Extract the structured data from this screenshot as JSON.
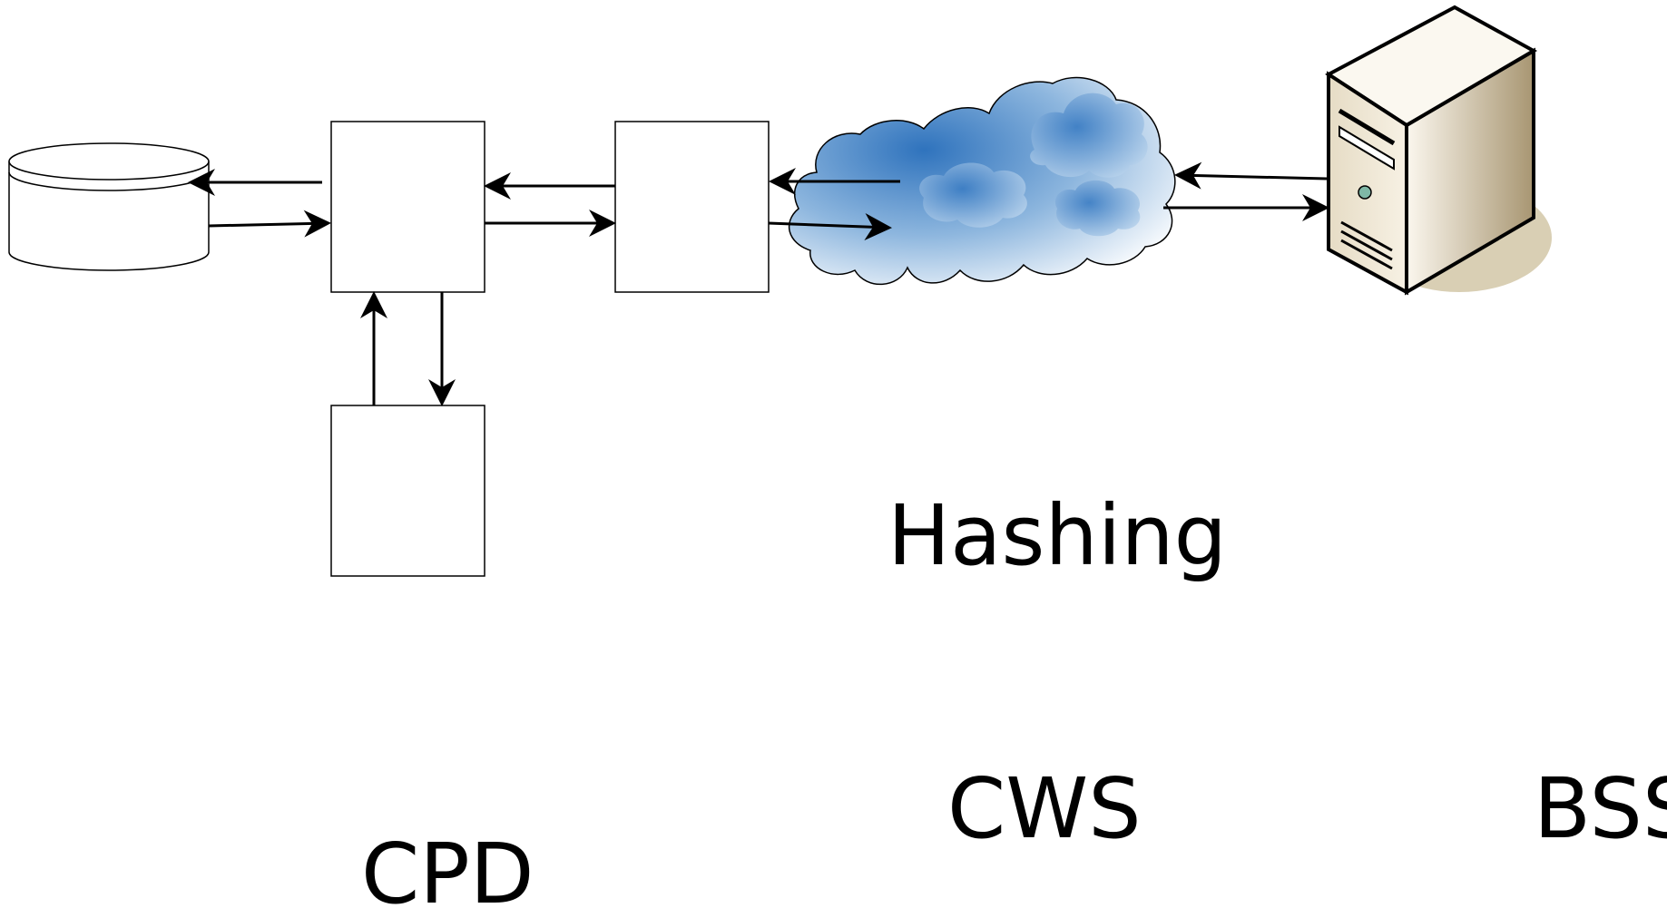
{
  "labels": {
    "hashing": "Hashing",
    "cws": "CWS",
    "bss": "BSS",
    "cpd": "CPD"
  },
  "icons": {
    "database": "database-icon",
    "cloud": "cloud-icon",
    "server": "server-icon"
  },
  "colors": {
    "stroke": "#000000",
    "cloud_dark": "#3f80c2",
    "cloud_light": "#eef4fa",
    "server_face": "#efe7d6",
    "server_side": "#b5a583",
    "server_shadow": "#d8ceb3"
  }
}
